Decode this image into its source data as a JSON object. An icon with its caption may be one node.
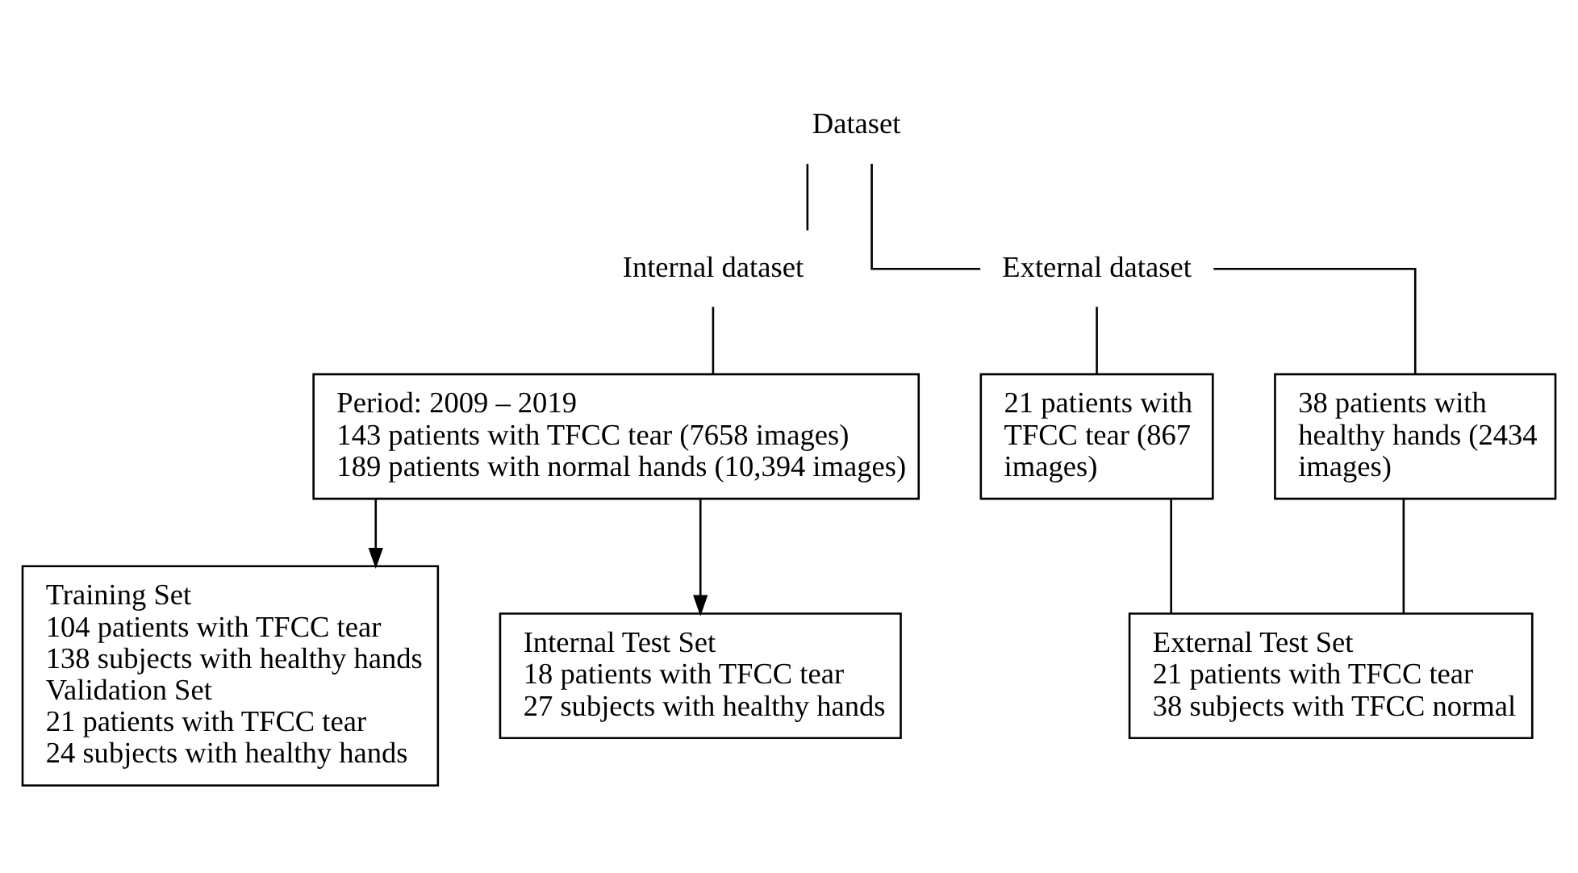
{
  "diagram": {
    "nodes": [
      {
        "text": [
          "Dataset"
        ]
      },
      {
        "text": [
          "Internal dataset"
        ]
      },
      {
        "text": [
          "External dataset"
        ]
      },
      {
        "text": [
          "Period: 2009 – 2019",
          "143 patients with TFCC tear (7658 images)",
          "189 patients with normal hands (10,394 images)"
        ]
      },
      {
        "text": [
          "21 patients with TFCC tear (867 images)"
        ]
      },
      {
        "text": [
          "38 patients with healthy hands (2434 images)"
        ]
      },
      {
        "text": [
          "Training Set",
          "104 patients with TFCC tear",
          "138 subjects with healthy hands",
          "Validation Set",
          "21 patients with TFCC tear",
          "24 subjects with healthy hands"
        ]
      },
      {
        "text": [
          "Internal Test Set",
          "18 patients with TFCC tear",
          "27 subjects with healthy hands"
        ]
      },
      {
        "text": [
          "External Test Set",
          "21 patients with TFCC tear",
          "38 subjects with TFCC normal"
        ]
      }
    ],
    "edges": [
      {
        "from": 0,
        "to": 1,
        "arrow": "none"
      },
      {
        "from": 0,
        "to": 2,
        "arrow": "none"
      },
      {
        "from": 1,
        "to": 3,
        "arrow": "none"
      },
      {
        "from": 3,
        "to": 6,
        "arrow": "to"
      },
      {
        "from": 3,
        "to": 7,
        "arrow": "to"
      },
      {
        "from": 2,
        "to": 4,
        "arrow": "none"
      },
      {
        "from": 2,
        "to": 5,
        "arrow": "none"
      },
      {
        "from": 4,
        "to": 8,
        "arrow": "none"
      },
      {
        "from": 5,
        "to": 8,
        "arrow": "none"
      }
    ]
  }
}
